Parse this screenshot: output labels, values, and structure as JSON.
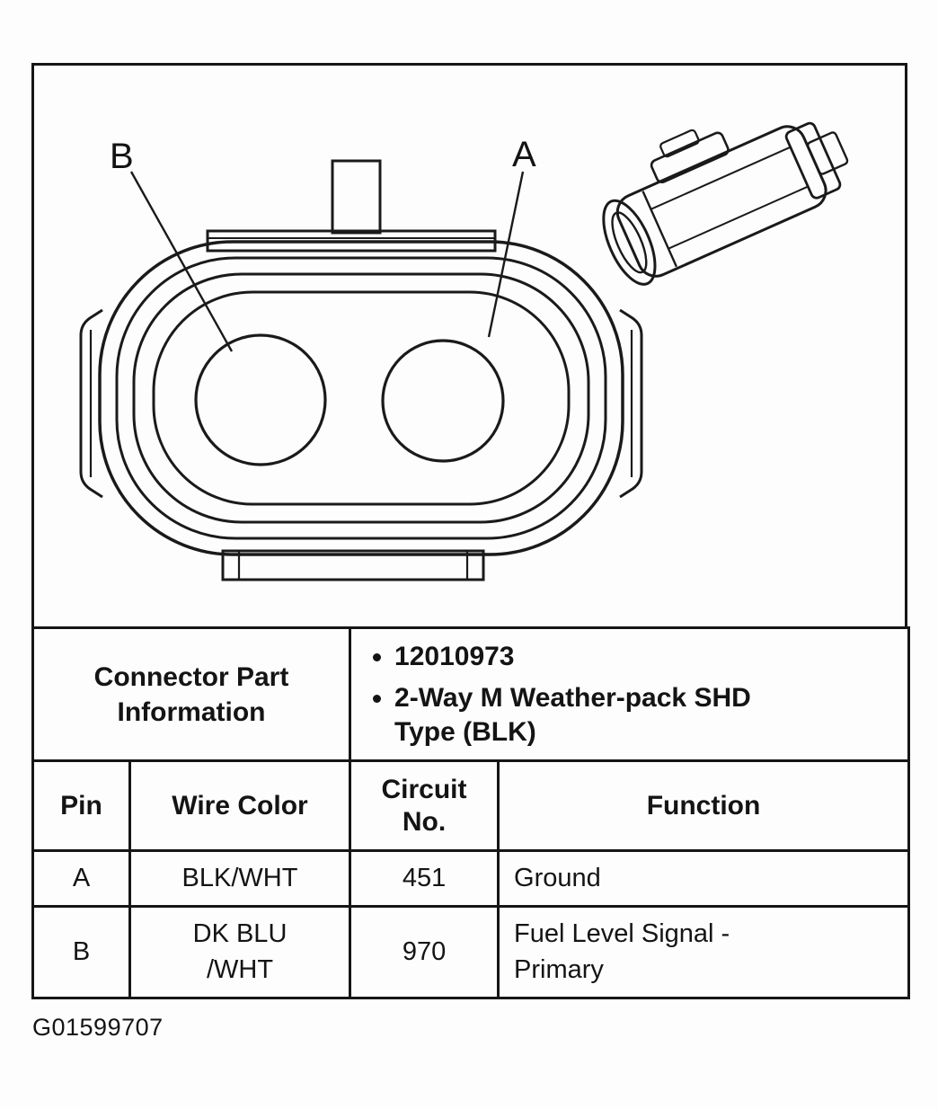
{
  "figure": {
    "pin_label_a": "A",
    "pin_label_b": "B"
  },
  "table": {
    "part_info": {
      "label": "Connector Part Information",
      "bullets": [
        "12010973",
        "2-Way M Weather-pack SHD Type (BLK)"
      ]
    },
    "headers": {
      "pin": "Pin",
      "wire_color": "Wire Color",
      "circuit_no": "Circuit\nNo.",
      "function": "Function"
    },
    "rows": [
      {
        "pin": "A",
        "wire_color": "BLK/WHT",
        "circuit_no": "451",
        "function": "Ground"
      },
      {
        "pin": "B",
        "wire_color": "DK BLU\n/WHT",
        "circuit_no": "970",
        "function": "Fuel Level Signal -\nPrimary"
      }
    ]
  },
  "footer": {
    "figure_id": "G01599707"
  }
}
